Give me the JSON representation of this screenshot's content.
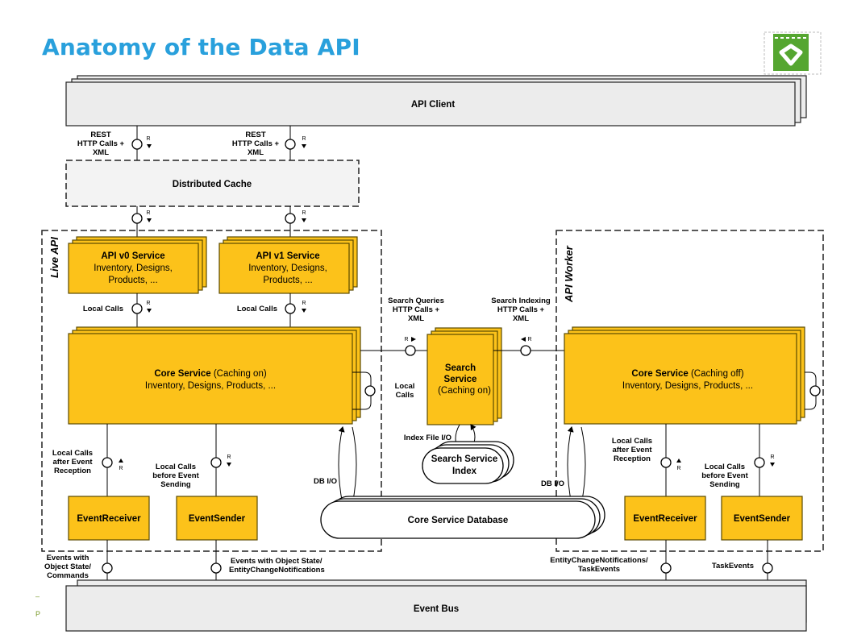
{
  "page": {
    "title": "Anatomy of the Data API"
  },
  "footer": {
    "mark1": "–",
    "mark2": "P"
  },
  "regions": {
    "live_api": "Live API",
    "api_worker": "API Worker"
  },
  "boxes": {
    "api_client": "API Client",
    "distributed_cache": "Distributed Cache",
    "api_v0": {
      "title": "API v0 Service",
      "line1": "Inventory, Designs,",
      "line2": "Products, ..."
    },
    "api_v1": {
      "title": "API v1 Service",
      "line1": "Inventory, Designs,",
      "line2": "Products, ..."
    },
    "core_live": {
      "title": "Core Service",
      "suffix": " (Caching on)",
      "line2": "Inventory, Designs, Products, ..."
    },
    "core_worker": {
      "title": "Core Service",
      "suffix": " (Caching off)",
      "line2": "Inventory, Designs, Products, ..."
    },
    "search": {
      "line1": "Search",
      "line2": "Service",
      "line3": "(Caching on)"
    },
    "search_index": {
      "line1": "Search Service",
      "line2": "Index"
    },
    "core_db": "Core Service Database",
    "event_receiver_live": "EventReceiver",
    "event_sender_live": "EventSender",
    "event_receiver_worker": "EventReceiver",
    "event_sender_worker": "EventSender",
    "event_bus": "Event Bus"
  },
  "labels": {
    "rest": [
      "REST",
      "HTTP Calls +",
      "XML"
    ],
    "local_calls": "Local Calls",
    "local_calls_stack": [
      "Local",
      "Calls"
    ],
    "search_queries": [
      "Search Queries",
      "HTTP Calls +",
      "XML"
    ],
    "search_indexing": [
      "Search Indexing",
      "HTTP Calls +",
      "XML"
    ],
    "index_file_io": "Index File I/O",
    "db_io": "DB I/O",
    "after_reception": [
      "Local Calls",
      "after Event",
      "Reception"
    ],
    "before_sending": [
      "Local Calls",
      "before Event",
      "Sending"
    ],
    "events_live_receiver": [
      "Events with",
      "Object State/",
      "Commands"
    ],
    "events_live_sender": [
      "Events with Object State/",
      "EntityChangeNotifications"
    ],
    "events_worker_receiver": [
      "EntityChangeNotifications/",
      "TaskEvents"
    ],
    "events_worker_sender": "TaskEvents",
    "r": "R"
  },
  "colors": {
    "title": "#29a0dc",
    "box_fill": "#fcc21a",
    "box_stroke": "#5b4a00",
    "grey_fill": "#ececec",
    "logo": "#55a630"
  }
}
